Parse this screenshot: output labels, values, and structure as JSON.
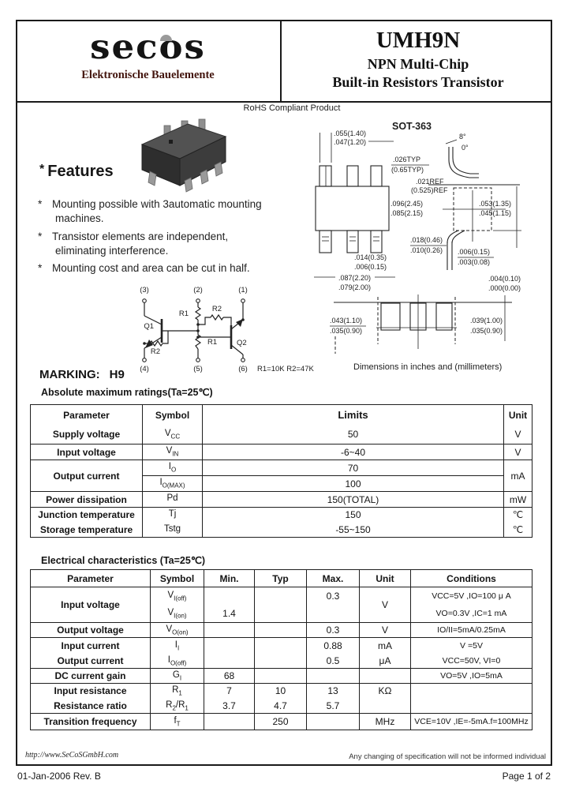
{
  "header": {
    "logo_text": "secos",
    "logo_subtitle": "Elektronische Bauelemente",
    "part": "UMH9N",
    "line1": "NPN Multi-Chip",
    "line2": "Built-in Resistors  Transistor"
  },
  "rohs": "RoHS Compliant Product",
  "features": {
    "marker": "*",
    "heading": "Features",
    "items": [
      {
        "l1": "Mounting possible with 3automatic mounting",
        "l2": "machines."
      },
      {
        "l1": "Transistor elements are independent,",
        "l2": "eliminating interference."
      },
      {
        "l1": "Mounting cost and area can be cut in half.",
        "l2": ""
      }
    ]
  },
  "pkg": {
    "name": "SOT-363",
    "caption": "Dimensions in inches and (millimeters)",
    "dims": {
      "a1": ".055(1.40)",
      "a2": ".047(1.20)",
      "b1": ".026TYP",
      "b2": "(0.65TYP)",
      "c1": ".021REF",
      "c2": "(0.525)REF",
      "ang1": "8°",
      "ang2": "0°",
      "e1": ".096(2.45)",
      "e2": ".085(2.15)",
      "f1": ".053(1.35)",
      "f2": ".045(1.15)",
      "g1": ".018(0.46)",
      "g2": ".010(0.26)",
      "h1": ".014(0.35)",
      "h2": ".006(0.15)",
      "i1": ".087(2.20)",
      "i2": ".079(2.00)",
      "j1": ".006(0.15)",
      "j2": ".003(0.08)",
      "k1": ".004(0.10)",
      "k2": ".000(0.00)",
      "l1": ".043(1.10)",
      "l2": ".035(0.90)",
      "m1": ".039(1.00)",
      "m2": ".035(0.90)"
    }
  },
  "sch": {
    "p1": "(1)",
    "p2": "(2)",
    "p3": "(3)",
    "p4": "(4)",
    "p5": "(5)",
    "p6": "(6)",
    "q1": "Q1",
    "q2": "Q2",
    "r1a": "R1",
    "r1b": "R1",
    "r2a": "R2",
    "r2b": "R2",
    "note": "R1=10K  R2=47K"
  },
  "marking": {
    "label": "MARKING:",
    "value": "H9"
  },
  "abs": {
    "title": "Absolute maximum ratings(Ta=25℃)",
    "h": [
      "Parameter",
      "Symbol",
      "Limits",
      "Unit"
    ],
    "rows": [
      {
        "p": "Supply voltage",
        "sb": "V",
        "ss": "CC",
        "v": "50",
        "u": "V"
      },
      {
        "p": "Input voltage",
        "sb": "V",
        "ss": "IN",
        "v": "-6~40",
        "u": "V"
      },
      {
        "p": "Output current",
        "sb": "I",
        "ss": "O",
        "v": "70",
        "u": "mA"
      },
      {
        "sb": "I",
        "ss": "O(MAX)",
        "v": "100"
      },
      {
        "p": "Power dissipation",
        "sb": "Pd",
        "ss": "",
        "v": "150(TOTAL)",
        "u": "mW"
      },
      {
        "p": "Junction temperature",
        "sb": "Tj",
        "ss": "",
        "v": "150",
        "u": "℃"
      },
      {
        "p": "Storage temperature",
        "sb": "Tstg",
        "ss": "",
        "v": "-55~150",
        "u": "℃"
      }
    ]
  },
  "elec": {
    "title": "Electrical characteristics (Ta=25℃)",
    "h": [
      "Parameter",
      "Symbol",
      "Min.",
      "Typ",
      "Max.",
      "Unit",
      "Conditions"
    ],
    "rows": [
      {
        "p": "Input voltage",
        "sb": "V",
        "ss": "I(off)",
        "min": "",
        "typ": "",
        "max": "0.3",
        "u": "V",
        "c": "VCC=5V ,IO=100 μ A"
      },
      {
        "sb": "V",
        "ss": "I(on)",
        "min": "1.4",
        "typ": "",
        "max": "",
        "c": "VO=0.3V ,IC=1 mA"
      },
      {
        "p": "Output voltage",
        "sb": "V",
        "ss": "O(on)",
        "min": "",
        "typ": "",
        "max": "0.3",
        "u": "V",
        "c": "IO/II=5mA/0.25mA"
      },
      {
        "p": "Input current",
        "sb": "I",
        "ss": "I",
        "min": "",
        "typ": "",
        "max": "0.88",
        "u": "mA",
        "c": "V =5V"
      },
      {
        "p": "Output current",
        "sb": "I",
        "ss": "O(off)",
        "min": "",
        "typ": "",
        "max": "0.5",
        "u": "μA",
        "c": "VCC=50V, VI=0"
      },
      {
        "p": "DC current gain",
        "sb": "G",
        "ss": "I",
        "min": "68",
        "typ": "",
        "max": "",
        "u": "",
        "c": "VO=5V ,IO=5mA"
      },
      {
        "p": "Input resistance",
        "sb": "R",
        "ss": "1",
        "min": "7",
        "typ": "10",
        "max": "13",
        "u": "KΩ",
        "c": ""
      },
      {
        "p": "Resistance ratio",
        "sb": "R",
        "ss": "2",
        "sb2": "/R",
        "ss2": "1",
        "min": "3.7",
        "typ": "4.7",
        "max": "5.7",
        "u": "",
        "c": ""
      },
      {
        "p": "Transition frequency",
        "sb": "f",
        "ss": "T",
        "min": "",
        "typ": "250",
        "max": "",
        "u": "MHz",
        "c": "VCE=10V ,IE=-5mA.f=100MHz"
      }
    ]
  },
  "footer": {
    "url": "http://www.SeCoSGmbH.com",
    "note": "Any changing of specification will not be informed individual",
    "date": "01-Jan-2006  Rev. B",
    "page": "Page 1 of 2"
  }
}
